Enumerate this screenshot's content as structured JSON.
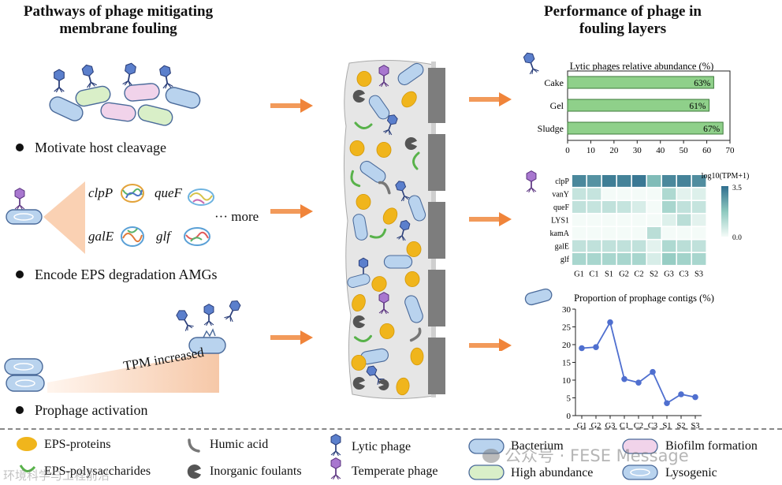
{
  "left": {
    "title_line1": "Pathways of phage mitigating",
    "title_line2": "membrane fouling",
    "bullet1": "Motivate host cleavage",
    "bullet2": "Encode EPS degradation AMGs",
    "bullet3": "Prophage activation",
    "genes": [
      "clpP",
      "queF",
      "galE",
      "glf"
    ],
    "more": "··· more",
    "tpm_label": "TPM increased"
  },
  "right": {
    "title_line1": "Performance of phage in",
    "title_line2": "fouling layers"
  },
  "bar_chart": {
    "title": "Lytic phages relative abundance (%)",
    "bar_color": "#8fd08a"
  },
  "heatmap": {
    "colorbar_title": "log10(TPM+1)",
    "colorbar_max": "3.5",
    "colorbar_min": "0.0",
    "colors": {
      "high": "#2f6e8e",
      "low": "#f4fbf8"
    }
  },
  "line_chart": {
    "title": "Proportion of prophage contigs (%)",
    "line_color": "#4f6fcf"
  },
  "chart_data": [
    {
      "type": "bar",
      "orientation": "horizontal",
      "title": "Lytic phages relative abundance (%)",
      "categories": [
        "Cake",
        "Gel",
        "Sludge"
      ],
      "values": [
        63,
        61,
        67
      ],
      "data_labels": [
        "63%",
        "61%",
        "67%"
      ],
      "xlim": [
        0,
        70
      ],
      "xticks": [
        0,
        10,
        20,
        30,
        40,
        50,
        60,
        70
      ]
    },
    {
      "type": "heatmap",
      "rows": [
        "clpP",
        "vanY",
        "queF",
        "LYS1",
        "kamA",
        "galE",
        "glf"
      ],
      "columns": [
        "G1",
        "C1",
        "S1",
        "G2",
        "C2",
        "S2",
        "G3",
        "C3",
        "S3"
      ],
      "values": [
        [
          3.0,
          2.8,
          3.2,
          3.1,
          3.3,
          2.0,
          3.0,
          3.1,
          2.9
        ],
        [
          0.8,
          0.8,
          0.0,
          0.0,
          0.0,
          0.0,
          1.2,
          0.3,
          0.4
        ],
        [
          0.9,
          0.8,
          0.9,
          0.8,
          0.5,
          0.0,
          1.3,
          0.9,
          0.8
        ],
        [
          0.0,
          0.0,
          0.0,
          0.0,
          0.0,
          0.0,
          0.4,
          1.0,
          0.3
        ],
        [
          0.0,
          0.0,
          0.0,
          0.0,
          0.0,
          1.0,
          0.0,
          0.0,
          0.0
        ],
        [
          0.9,
          0.9,
          0.9,
          0.9,
          0.9,
          0.3,
          1.2,
          1.0,
          0.9
        ],
        [
          1.3,
          1.3,
          1.3,
          1.3,
          1.3,
          0.5,
          1.6,
          1.4,
          1.3
        ]
      ],
      "colorbar_label": "log10(TPM+1)",
      "vmin": 0.0,
      "vmax": 3.5
    },
    {
      "type": "line",
      "title": "Proportion of prophage contigs (%)",
      "categories": [
        "G1",
        "G2",
        "G3",
        "C1",
        "C2",
        "C3",
        "S1",
        "S2",
        "S3"
      ],
      "values": [
        19.0,
        19.3,
        26.3,
        10.3,
        9.3,
        12.3,
        3.5,
        6.0,
        5.2
      ],
      "ylim": [
        0,
        30
      ],
      "yticks": [
        0,
        5,
        10,
        15,
        20,
        25,
        30
      ]
    }
  ],
  "legend": {
    "eps_proteins": "EPS-proteins",
    "eps_polysaccharides": "EPS-polysaccharides",
    "humic_acid": "Humic acid",
    "inorganic_foulants": "Inorganic foulants",
    "lytic_phage": "Lytic phage",
    "temperate_phage": "Temperate phage",
    "bacterium": "Bacterium",
    "high_abundance": "High abundance",
    "biofilm_formation": "Biofilm formation",
    "lysogenic": "Lysogenic"
  },
  "watermark": {
    "text": "公众号 · FESE Message",
    "left_text": "环境科学与工程前沿"
  }
}
